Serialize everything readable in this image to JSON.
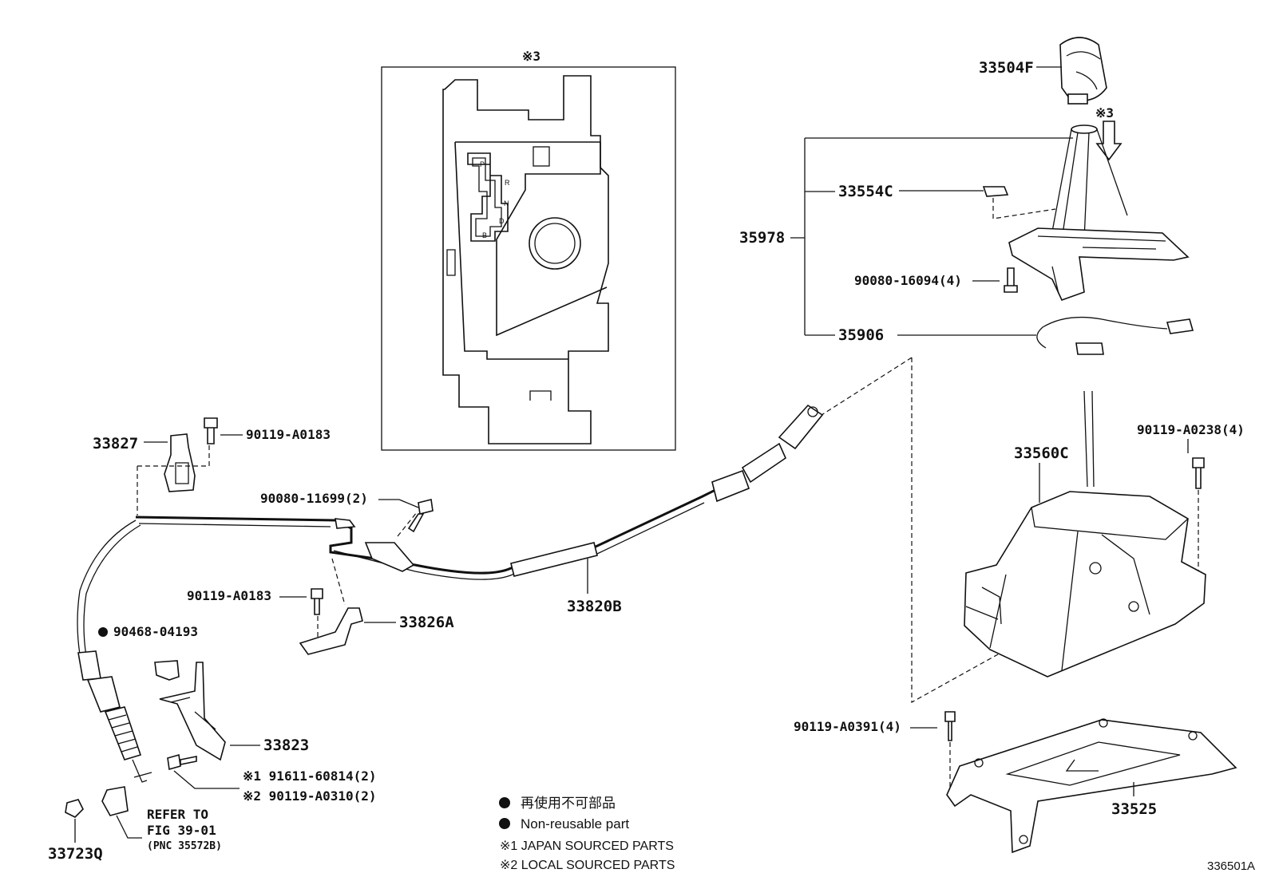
{
  "diagram_code": "336501A",
  "inset": {
    "mark": "※3",
    "gate_letters": [
      "P",
      "R",
      "N",
      "D",
      "B"
    ]
  },
  "parts": {
    "knob": "33504F",
    "knob_note": "※3",
    "boot_clip": "33554C",
    "bezel_assy": "35978",
    "bezel_screw": "90080-16094(4)",
    "harness": "35906",
    "shift_lever": "33560C",
    "lever_bolt": "90119-A0238(4)",
    "lower_bolt": "90119-A0391(4)",
    "bracket": "33525",
    "cable": "33820B",
    "clip": "33827",
    "clip_bolt": "90119-A0183",
    "cable_bolt": "90080-11699(2)",
    "mid_bolt": "90119-A0183",
    "retainer": "33826A",
    "nut": "90468-04193",
    "plate": "33823",
    "plate_bolt_1": "※1 91611-60814(2)",
    "plate_bolt_2": "※2 90119-A0310(2)",
    "end_cap": "33723Q",
    "refer_1": "REFER TO",
    "refer_2": "FIG 39-01",
    "refer_3": "(PNC 35572B)"
  },
  "legend": {
    "jp": "再使用不可部品",
    "en": "Non-reusable part",
    "note1": "※1 JAPAN SOURCED PARTS",
    "note2": "※2 LOCAL SOURCED PARTS"
  }
}
